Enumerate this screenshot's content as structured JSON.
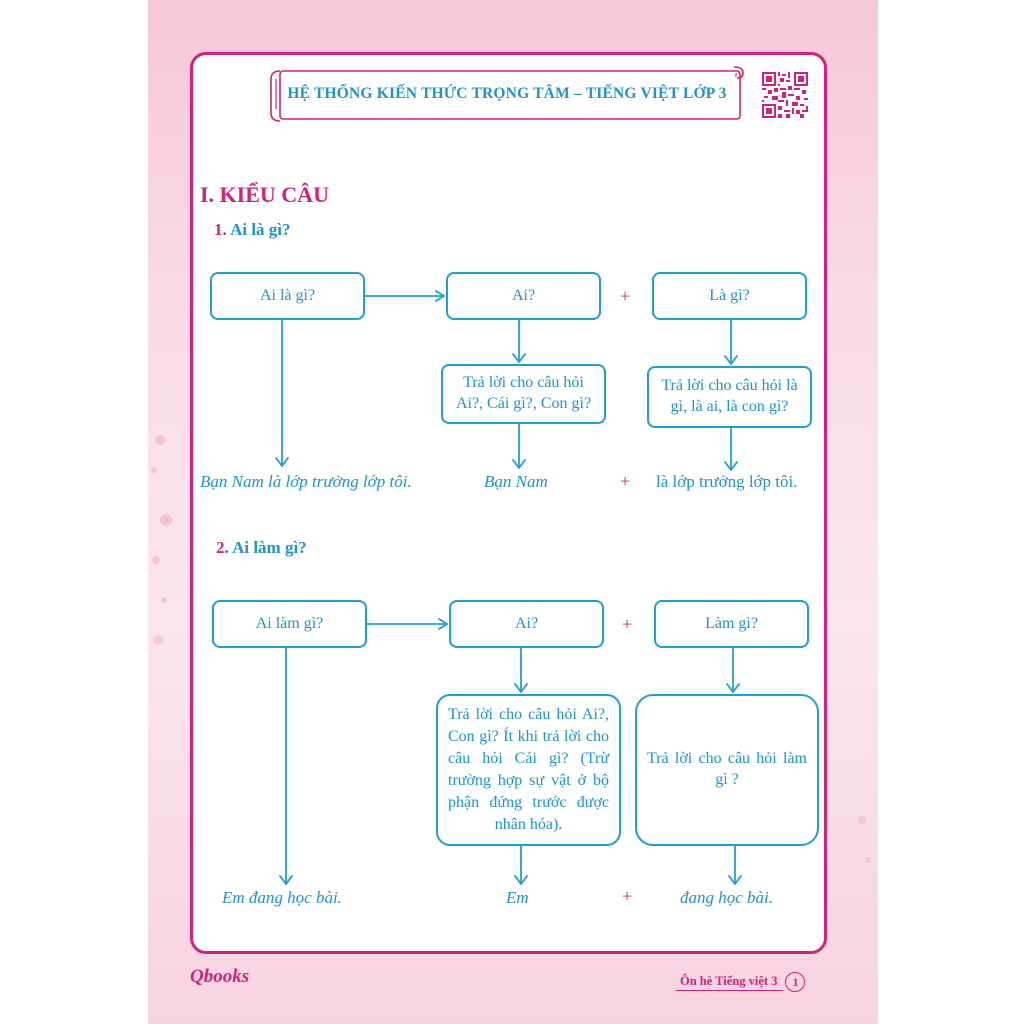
{
  "header": {
    "title": "HỆ THỐNG KIẾN THỨC TRỌNG TÂM – TIẾNG VIỆT LỚP 3"
  },
  "section": {
    "title": "I. KIỂU CÂU"
  },
  "part1": {
    "number": "1.",
    "title": "Ai là gì?",
    "main_box": "Ai là gì?",
    "box_who": "Ai?",
    "plus": "+",
    "box_what": "Là gì?",
    "desc_who": "Trả lời cho câu hỏi Ai?, Cái gì?, Con gì?",
    "desc_what": "Trả lời cho câu hỏi là gì, là ai, là con gì?",
    "example_full": "Bạn Nam là lớp trưởng lớp tôi.",
    "example_who": "Bạn Nam",
    "example_plus": "+",
    "example_what": "là lớp trưởng lớp tôi."
  },
  "part2": {
    "number": "2.",
    "title": "Ai làm gì?",
    "main_box": "Ai làm gì?",
    "box_who": "Ai?",
    "plus": "+",
    "box_what": "Làm gì?",
    "desc_who": "Trả lời cho câu hỏi Ai?, Con gì? Ít khi trả lời cho câu hỏi Cái gì? (Trừ trường hợp sự vật ở bộ phận đứng trước được nhân hóa).",
    "desc_what": "Trả lời cho câu hỏi làm gì ?",
    "example_full": "Em đang học bài.",
    "example_who": "Em",
    "example_plus": "+",
    "example_what": "đang học bài."
  },
  "footer": {
    "logo": "Qbooks",
    "tag": "Ôn hè Tiếng việt 3",
    "page": "1"
  },
  "colors": {
    "accent_pink": "#d1237a",
    "accent_blue": "#1e95c4"
  }
}
